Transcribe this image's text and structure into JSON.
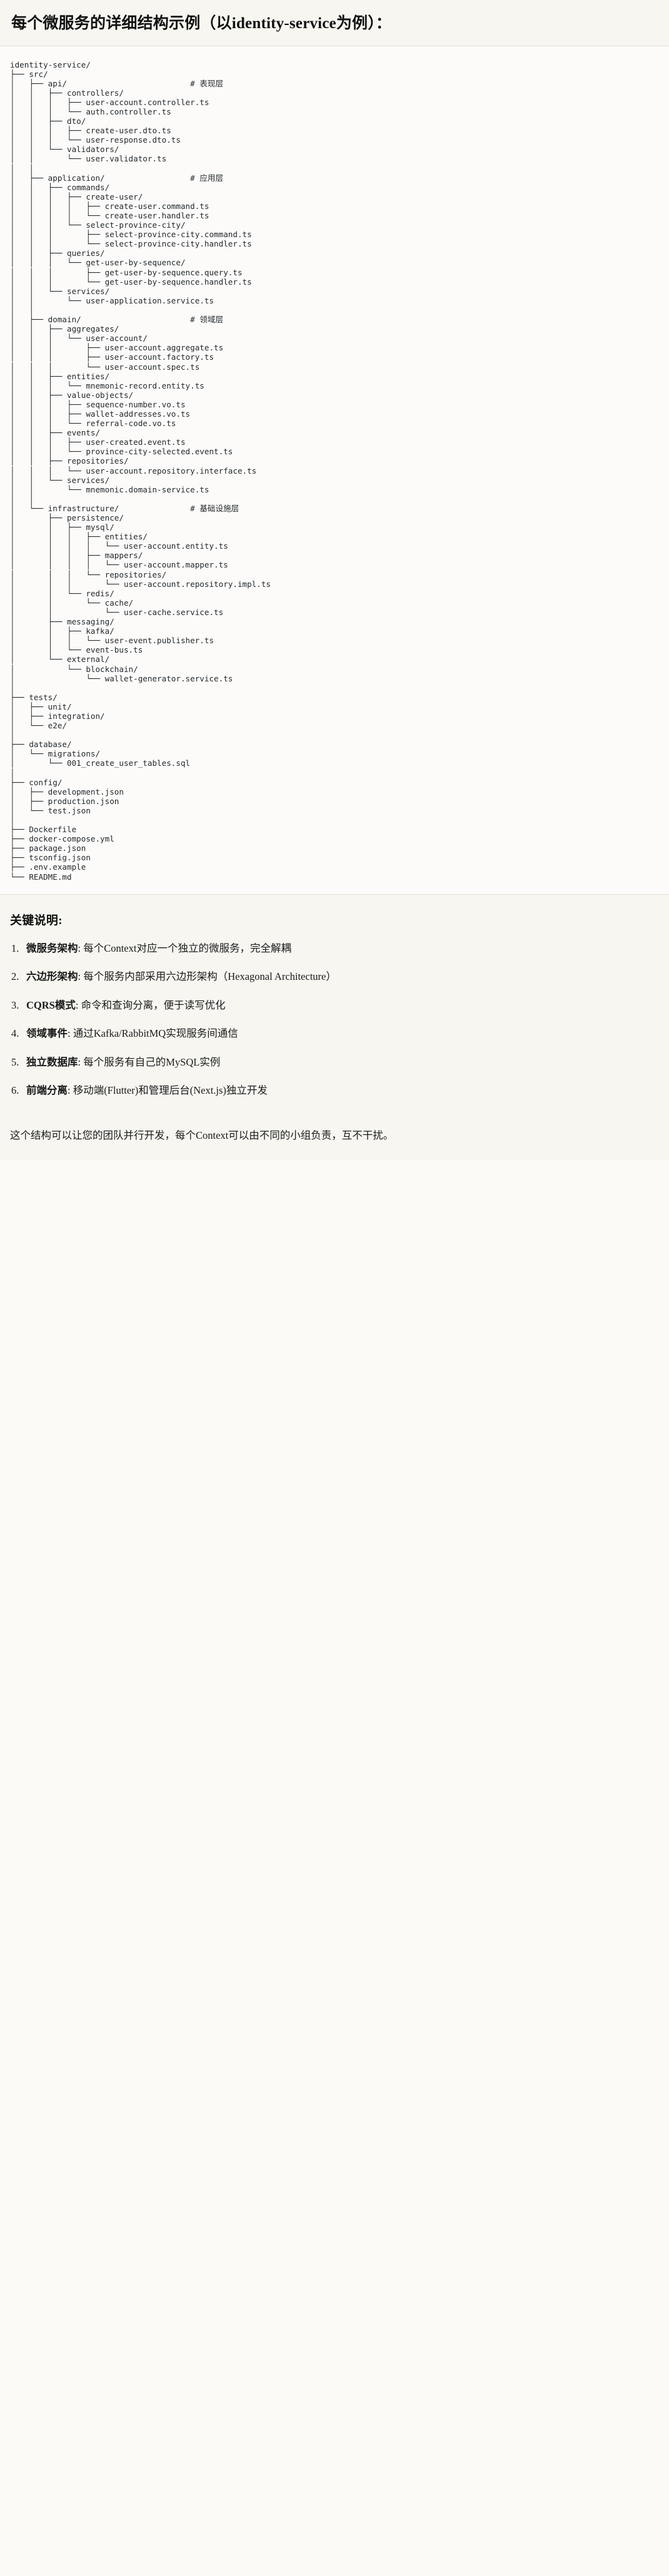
{
  "header": {
    "title": "每个微服务的详细结构示例（以identity-service为例）："
  },
  "tree": {
    "root": "identity-service/",
    "text": "identity-service/\n├── src/\n│   ├── api/                          # 表现层\n│   │   ├── controllers/\n│   │   │   ├── user-account.controller.ts\n│   │   │   └── auth.controller.ts\n│   │   ├── dto/\n│   │   │   ├── create-user.dto.ts\n│   │   │   └── user-response.dto.ts\n│   │   └── validators/\n│   │       └── user.validator.ts\n│   │\n│   ├── application/                  # 应用层\n│   │   ├── commands/\n│   │   │   ├── create-user/\n│   │   │   │   ├── create-user.command.ts\n│   │   │   │   └── create-user.handler.ts\n│   │   │   └── select-province-city/\n│   │   │       ├── select-province-city.command.ts\n│   │   │       └── select-province-city.handler.ts\n│   │   ├── queries/\n│   │   │   └── get-user-by-sequence/\n│   │   │       ├── get-user-by-sequence.query.ts\n│   │   │       └── get-user-by-sequence.handler.ts\n│   │   └── services/\n│   │       └── user-application.service.ts\n│   │\n│   ├── domain/                       # 领域层\n│   │   ├── aggregates/\n│   │   │   └── user-account/\n│   │   │       ├── user-account.aggregate.ts\n│   │   │       ├── user-account.factory.ts\n│   │   │       └── user-account.spec.ts\n│   │   ├── entities/\n│   │   │   └── mnemonic-record.entity.ts\n│   │   ├── value-objects/\n│   │   │   ├── sequence-number.vo.ts\n│   │   │   ├── wallet-addresses.vo.ts\n│   │   │   └── referral-code.vo.ts\n│   │   ├── events/\n│   │   │   ├── user-created.event.ts\n│   │   │   └── province-city-selected.event.ts\n│   │   ├── repositories/\n│   │   │   └── user-account.repository.interface.ts\n│   │   └── services/\n│   │       └── mnemonic.domain-service.ts\n│   │\n│   └── infrastructure/               # 基础设施层\n│       ├── persistence/\n│       │   ├── mysql/\n│       │   │   ├── entities/\n│       │   │   │   └── user-account.entity.ts\n│       │   │   ├── mappers/\n│       │   │   │   └── user-account.mapper.ts\n│       │   │   └── repositories/\n│       │   │       └── user-account.repository.impl.ts\n│       │   └── redis/\n│       │       └── cache/\n│       │           └── user-cache.service.ts\n│       ├── messaging/\n│       │   ├── kafka/\n│       │   │   └── user-event.publisher.ts\n│       │   └── event-bus.ts\n│       └── external/\n│           └── blockchain/\n│               └── wallet-generator.service.ts\n│\n├── tests/\n│   ├── unit/\n│   ├── integration/\n│   └── e2e/\n│\n├── database/\n│   └── migrations/\n│       └── 001_create_user_tables.sql\n│\n├── config/\n│   ├── development.json\n│   ├── production.json\n│   └── test.json\n│\n├── Dockerfile\n├── docker-compose.yml\n├── package.json\n├── tsconfig.json\n├── .env.example\n└── README.md",
    "layer_comments": [
      "# 表现层",
      "# 应用层",
      "# 领域层",
      "# 基础设施层"
    ]
  },
  "notes": {
    "title": "关键说明:",
    "items": [
      {
        "label": "微服务架构",
        "sep": ": ",
        "desc": "每个Context对应一个独立的微服务，完全解耦"
      },
      {
        "label": "六边形架构",
        "sep": ": ",
        "desc": "每个服务内部采用六边形架构（Hexagonal Architecture）"
      },
      {
        "label": "CQRS模式",
        "sep": ": ",
        "desc": "命令和查询分离，便于读写优化"
      },
      {
        "label": "领域事件",
        "sep": ": ",
        "desc": "通过Kafka/RabbitMQ实现服务间通信"
      },
      {
        "label": "独立数据库",
        "sep": ": ",
        "desc": "每个服务有自己的MySQL实例"
      },
      {
        "label": "前端分离",
        "sep": ": ",
        "desc": "移动端(Flutter)和管理后台(Next.js)独立开发"
      }
    ]
  },
  "closing": {
    "text": "这个结构可以让您的团队并行开发，每个Context可以由不同的小组负责，互不干扰。"
  }
}
